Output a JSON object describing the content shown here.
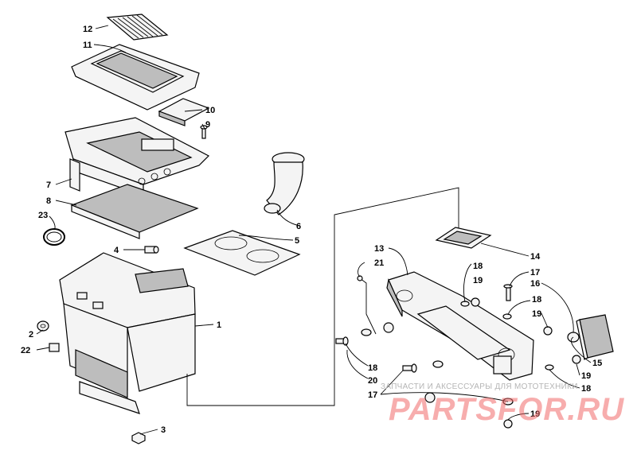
{
  "labels": {
    "l1": "1",
    "l2": "2",
    "l3": "3",
    "l4": "4",
    "l5": "5",
    "l6": "6",
    "l7": "7",
    "l8": "8",
    "l9": "9",
    "l10": "10",
    "l11": "11",
    "l12": "12",
    "l13": "13",
    "l14": "14",
    "l15": "15",
    "l16": "16",
    "l17a": "17",
    "l17b": "17",
    "l18a": "18",
    "l18b": "18",
    "l18c": "18",
    "l18d": "18",
    "l19a": "19",
    "l19b": "19",
    "l19c": "19",
    "l19d": "19",
    "l20": "20",
    "l21": "21",
    "l22": "22",
    "l23": "23"
  },
  "watermark": {
    "caption": "ЗАПЧАСТИ И АКСЕССУАРЫ ДЛЯ МОТОТЕХНИКИ",
    "brand": "PARTSFOR.RU"
  }
}
